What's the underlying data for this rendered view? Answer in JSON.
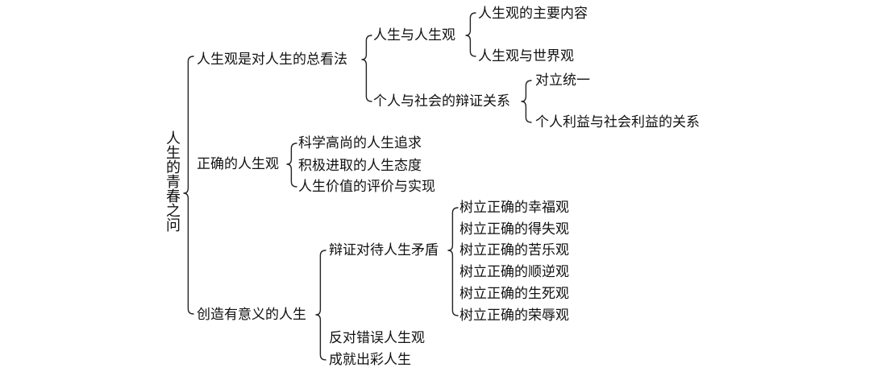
{
  "root": {
    "label": "人生的青春之问"
  },
  "branches": [
    {
      "label": "人生观是对人生的总看法",
      "children": [
        {
          "label": "人生与人生观",
          "children": [
            "人生观的主要内容",
            "人生观与世界观"
          ]
        },
        {
          "label": "个人与社会的辩证关系",
          "children": [
            "对立统一",
            "个人利益与社会利益的关系"
          ]
        }
      ]
    },
    {
      "label": "正确的人生观",
      "children": [
        "科学高尚的人生追求",
        "积极进取的人生态度",
        "人生价值的评价与实现"
      ]
    },
    {
      "label": "创造有意义的人生",
      "children": [
        {
          "label": "辩证对待人生矛盾",
          "children": [
            "树立正确的幸福观",
            "树立正确的得失观",
            "树立正确的苦乐观",
            "树立正确的顺逆观",
            "树立正确的生死观",
            "树立正确的荣辱观"
          ]
        },
        {
          "label": "反对错误人生观"
        },
        {
          "label": "成就出彩人生"
        }
      ]
    }
  ],
  "colors": {
    "line": "#222222",
    "text": "#111111",
    "background": "#ffffff"
  }
}
